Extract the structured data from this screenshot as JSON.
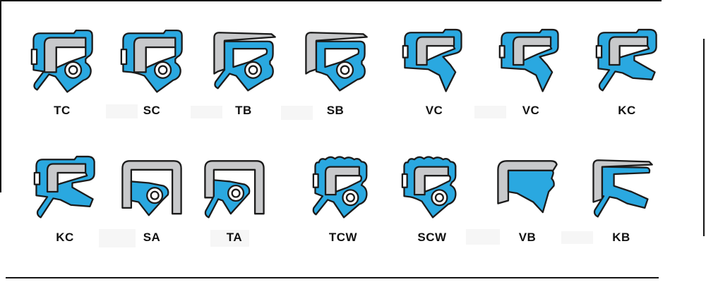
{
  "figure": {
    "description": "Oil seal cross-section profile chart",
    "rows": 2,
    "columns": 7
  },
  "colors": {
    "background": "#ffffff",
    "rubber_blue": "#2aa8e0",
    "metal_gray": "#c8c9cb",
    "outline": "#1b1b1b",
    "spring_white": "#ffffff",
    "label": "#111111",
    "frame": "#141414"
  },
  "rows": [
    {
      "cells": [
        {
          "label": "TC",
          "profile": "TC"
        },
        {
          "label": "SC",
          "profile": "SC"
        },
        {
          "label": "TB",
          "profile": "TB"
        },
        {
          "label": "SB",
          "profile": "SB"
        },
        {
          "label": "VC",
          "profile": "VC"
        },
        {
          "label": "VC",
          "profile": "VC"
        },
        {
          "label": "KC",
          "profile": "KC"
        }
      ]
    },
    {
      "cells": [
        {
          "label": "KC",
          "profile": "KC"
        },
        {
          "label": "SA",
          "profile": "SA"
        },
        {
          "label": "TA",
          "profile": "TA"
        },
        {
          "label": "TCW",
          "profile": "TCW"
        },
        {
          "label": "SCW",
          "profile": "SCW"
        },
        {
          "label": "VB",
          "profile": "VB"
        },
        {
          "label": "KB",
          "profile": "KB"
        }
      ]
    }
  ]
}
